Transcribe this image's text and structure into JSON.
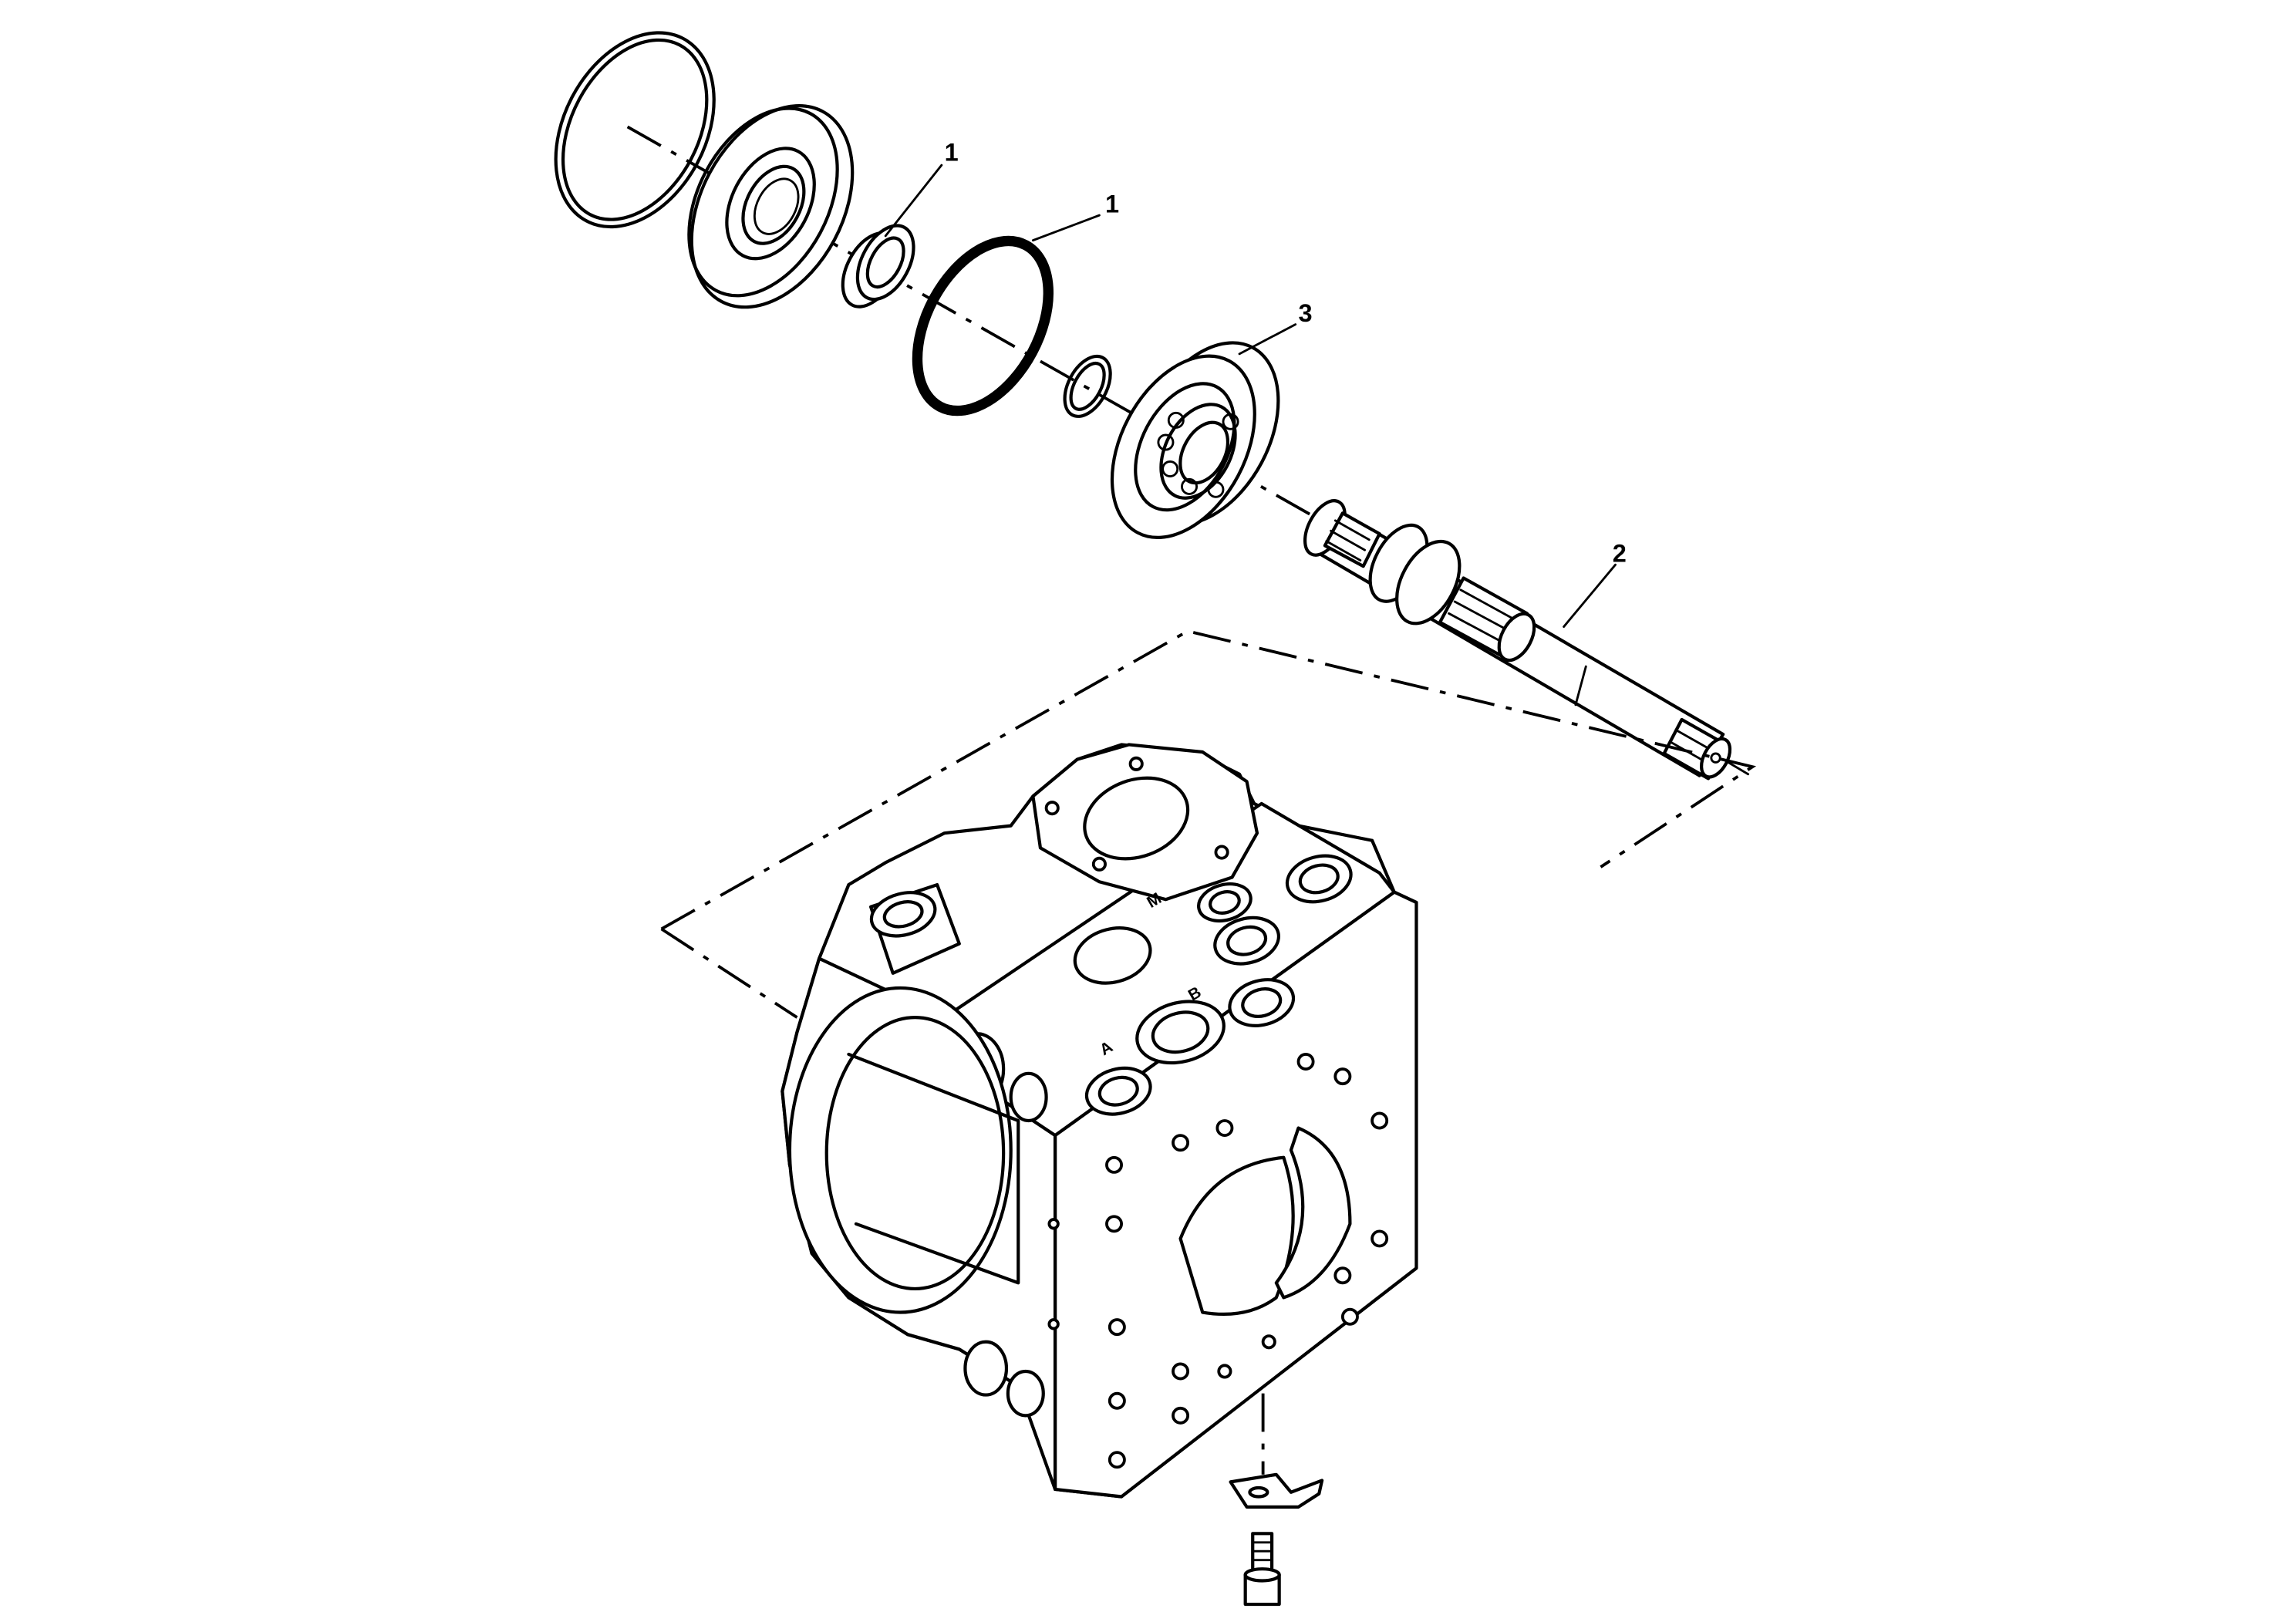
{
  "callouts": [
    {
      "id": "c1a",
      "label": "1"
    },
    {
      "id": "c1b",
      "label": "1"
    },
    {
      "id": "c3",
      "label": "3"
    },
    {
      "id": "c2",
      "label": "2"
    }
  ],
  "housing_markings": [
    "A",
    "B",
    "M"
  ]
}
